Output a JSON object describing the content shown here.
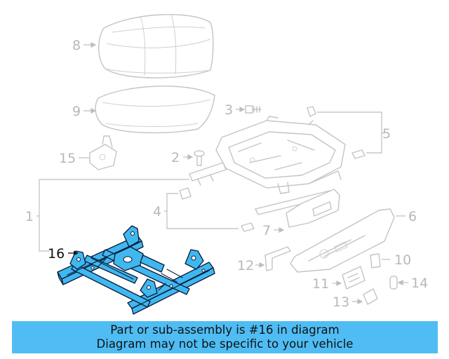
{
  "callouts": {
    "c1": "1",
    "c2": "2",
    "c3": "3",
    "c4": "4",
    "c5": "5",
    "c6": "6",
    "c7": "7",
    "c8": "8",
    "c9": "9",
    "c10": "10",
    "c11": "11",
    "c12": "12",
    "c13": "13",
    "c14": "14",
    "c15": "15",
    "c16": "16"
  },
  "highlighted_part": "16",
  "banner": {
    "line1": "Part or sub-assembly is #16 in diagram",
    "line2": "Diagram may not be specific to your vehicle"
  },
  "colors": {
    "highlight": "#3fb8ef",
    "banner": "#4fbdf4",
    "ghost": "#c4c4c4"
  }
}
